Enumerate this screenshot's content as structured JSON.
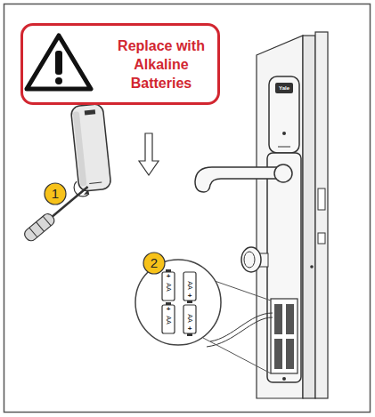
{
  "diagram": {
    "nodes": [
      {
        "text": [
          "Replace with Alkaline Batteries"
        ]
      },
      {
        "text": [
          "1"
        ]
      },
      {
        "text": [
          "2"
        ]
      }
    ],
    "labels": [
      "Yale",
      "AA",
      "AA",
      "AA",
      "AA",
      "+",
      "+",
      "+",
      "+"
    ]
  }
}
